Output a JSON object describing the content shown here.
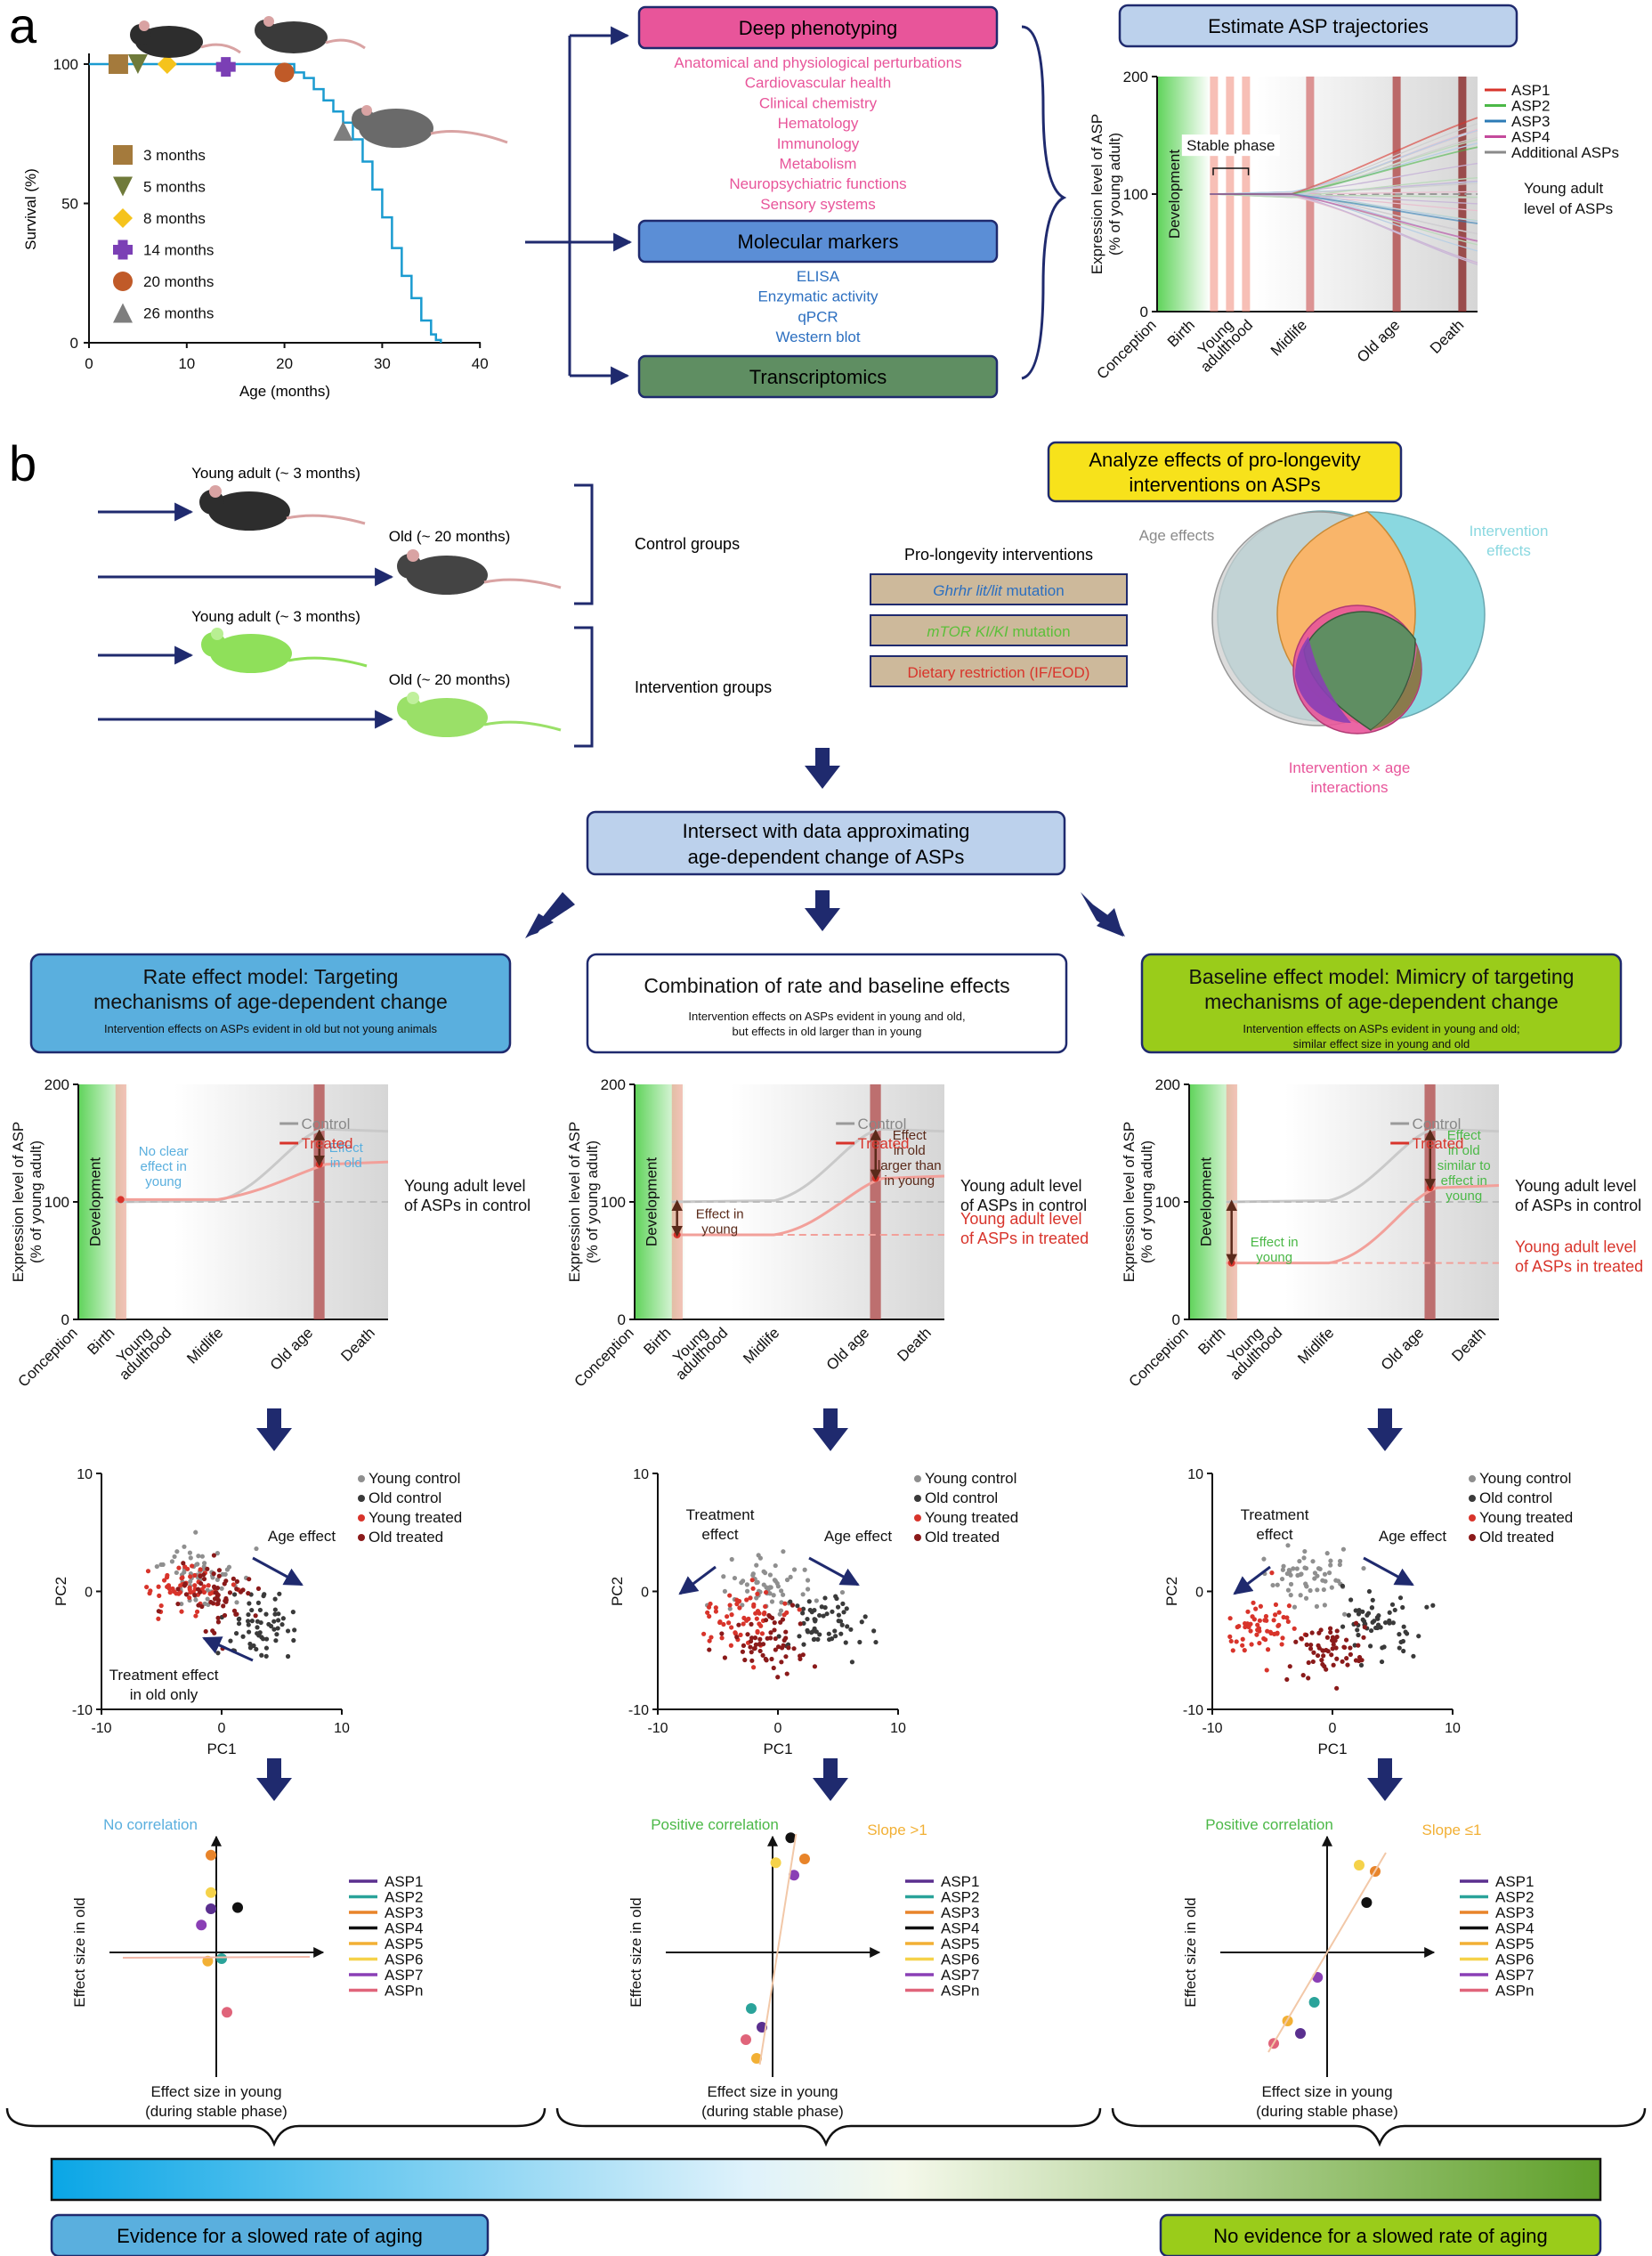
{
  "panel_labels": {
    "a": "a",
    "b": "b"
  },
  "colors": {
    "navy": "#1f2a6e",
    "pink": "#e8559a",
    "blue_box": "#5b8ed6",
    "green_box": "#5f8e62",
    "light_blue": "#bcd1ec",
    "rate_box": "#5aafde",
    "baseline_box": "#9acc1a",
    "yellow": "#f7e21b",
    "control_gray": "#9a9a9a",
    "treated_red": "#d8342b"
  },
  "survival": {
    "ylabel": "Survival (%)",
    "xlabel": "Age (months)",
    "yticks": [
      "0",
      "50",
      "100"
    ],
    "xticks": [
      "0",
      "10",
      "20",
      "30",
      "40"
    ],
    "legend": [
      {
        "label": "3 months",
        "color": "#a47a3c",
        "shape": "square"
      },
      {
        "label": "5 months",
        "color": "#6f7a3a",
        "shape": "triangle-down"
      },
      {
        "label": "8 months",
        "color": "#f5c31c",
        "shape": "diamond"
      },
      {
        "label": "14 months",
        "color": "#7b3fb5",
        "shape": "plus"
      },
      {
        "label": "20 months",
        "color": "#c05a28",
        "shape": "circle"
      },
      {
        "label": "26 months",
        "color": "#7e7e7e",
        "shape": "triangle-up"
      }
    ]
  },
  "deep_phenotyping": {
    "title": "Deep phenotyping",
    "items": [
      "Anatomical and physiological perturbations",
      "Cardiovascular health",
      "Clinical chemistry",
      "Hematology",
      "Immunology",
      "Metabolism",
      "Neuropsychiatric functions",
      "Sensory systems"
    ]
  },
  "molecular_markers": {
    "title": "Molecular markers",
    "items": [
      "ELISA",
      "Enzymatic activity",
      "qPCR",
      "Western blot"
    ]
  },
  "transcriptomics": {
    "title": "Transcriptomics"
  },
  "asp_traj": {
    "title": "Estimate ASP trajectories",
    "ylabel_lines": [
      "Expression level of ASP",
      "(% of young adult)"
    ],
    "yticks": [
      "0",
      "100",
      "200"
    ],
    "xticks": [
      "Conception",
      "Birth",
      "Young",
      "adulthood",
      "Midlife",
      "Old age",
      "Death"
    ],
    "development": "Development",
    "stable_phase": "Stable phase",
    "legend": [
      {
        "label": "ASP1",
        "color": "#d8342b"
      },
      {
        "label": "ASP2",
        "color": "#4bb847"
      },
      {
        "label": "ASP3",
        "color": "#2c7bb6"
      },
      {
        "label": "ASP4",
        "color": "#c44a9c"
      },
      {
        "label": "Additional ASPs",
        "color": "#8a8a8a"
      }
    ],
    "young_adult_label_lines": [
      "Young adult",
      "level of ASPs"
    ]
  },
  "panel_b": {
    "young_adult_1": "Young adult (~ 3 months)",
    "old_1": "Old (~ 20 months)",
    "control_groups": "Control groups",
    "young_adult_2": "Young adult (~ 3 months)",
    "old_2": "Old (~ 20 months)",
    "intervention_groups": "Intervention groups",
    "prolongevity_title": "Pro-longevity interventions",
    "interventions": [
      {
        "italic": "Ghrhr lit/lit",
        "rest": " mutation",
        "color": "#2c6fc0"
      },
      {
        "italic": "mTOR KI/KI",
        "rest": " mutation",
        "color": "#5cbf3a"
      },
      {
        "italic": "",
        "rest": "Dietary restriction (IF/EOD)",
        "color": "#d8342b"
      }
    ],
    "analyze_title_lines": [
      "Analyze effects of pro-longevity",
      "interventions on ASPs"
    ],
    "venn": {
      "age_effects": "Age effects",
      "intervention_effects_lines": [
        "Intervention",
        "effects"
      ],
      "interaction_lines": [
        "Intervention × age",
        "interactions"
      ]
    }
  },
  "intersect_lines": [
    "Intersect with data approximating",
    "age-dependent change of ASPs"
  ],
  "models": [
    {
      "title_lines": [
        "Rate effect model: Targeting",
        "mechanisms of age-dependent change"
      ],
      "subtitle_lines": [
        "Intervention effects on ASPs evident in old but not young animals"
      ],
      "annotations": {
        "young": [
          "No clear",
          "effect in",
          "young"
        ],
        "old": [
          "Effect",
          "in old"
        ]
      },
      "right_labels": [
        {
          "lines": [
            "Young adult level",
            "of ASPs in control"
          ],
          "color": "#111111"
        }
      ],
      "pca": {
        "age": [
          "Age effect"
        ],
        "treatment": [
          "Treatment effect",
          "in old only"
        ]
      },
      "corr": {
        "label": "No correlation",
        "label_color": "#5aafde",
        "slope": ""
      }
    },
    {
      "title_lines": [
        "Combination of rate and baseline effects"
      ],
      "subtitle_lines": [
        "Intervention effects on ASPs evident in young and old,",
        "but effects in old larger than in young"
      ],
      "annotations": {
        "young": [
          "Effect in",
          "young"
        ],
        "old": [
          "Effect",
          "in old",
          "larger than",
          "in young"
        ]
      },
      "right_labels": [
        {
          "lines": [
            "Young adult level",
            "of ASPs in control"
          ],
          "color": "#111111"
        },
        {
          "lines": [
            "Young adult level",
            "of ASPs in treated"
          ],
          "color": "#d8342b"
        }
      ],
      "pca": {
        "age": [
          "Age effect"
        ],
        "treatment": [
          "Treatment",
          "effect"
        ]
      },
      "corr": {
        "label": "Positive correlation",
        "label_color": "#4bb847",
        "slope": "Slope >1"
      }
    },
    {
      "title_lines": [
        "Baseline effect model: Mimicry of targeting",
        "mechanisms of age-dependent change"
      ],
      "subtitle_lines": [
        "Intervention effects on ASPs evident in young and old;",
        "similar effect size in young and old"
      ],
      "annotations": {
        "young": [
          "Effect in",
          "young"
        ],
        "old": [
          "Effect",
          "in old",
          "similar to",
          "effect in",
          "young"
        ]
      },
      "right_labels": [
        {
          "lines": [
            "Young adult level",
            "of ASPs in control"
          ],
          "color": "#111111"
        },
        {
          "lines": [
            "Young adult level",
            "of ASPs in treated"
          ],
          "color": "#d8342b"
        }
      ],
      "pca": {
        "age": [
          "Age effect"
        ],
        "treatment": [
          "Treatment",
          "effect"
        ]
      },
      "corr": {
        "label": "Positive correlation",
        "label_color": "#4bb847",
        "slope": "Slope ≤1"
      }
    }
  ],
  "model_chart": {
    "ylabel_lines": [
      "Expression level of ASP",
      "(% of young adult)"
    ],
    "yticks": [
      "0",
      "100",
      "200"
    ],
    "xticks": [
      "Conception",
      "Birth",
      "Young",
      "adulthood",
      "Midlife",
      "Old age",
      "Death"
    ],
    "development": "Development",
    "legend": [
      {
        "label": "Control",
        "color": "#9a9a9a"
      },
      {
        "label": "Treated",
        "color": "#d8342b"
      }
    ]
  },
  "pca_common": {
    "xlabel": "PC1",
    "ylabel": "PC2",
    "xticks": [
      "-10",
      "0",
      "10"
    ],
    "yticks": [
      "-10",
      "0",
      "10"
    ],
    "legend": [
      {
        "label": "Young control",
        "color": "#8f8f8f"
      },
      {
        "label": "Old control",
        "color": "#3a3a3a"
      },
      {
        "label": "Young treated",
        "color": "#d8342b"
      },
      {
        "label": "Old treated",
        "color": "#8a1a1a"
      }
    ]
  },
  "corr_common": {
    "xlabel_lines": [
      "Effect size in young",
      "(during stable phase)"
    ],
    "ylabel": "Effect size in old",
    "legend": [
      {
        "label": "ASP1",
        "color": "#5a2f8f"
      },
      {
        "label": "ASP2",
        "color": "#2aa39a"
      },
      {
        "label": "ASP3",
        "color": "#e8842a"
      },
      {
        "label": "ASP4",
        "color": "#111111"
      },
      {
        "label": "ASP5",
        "color": "#f2b035"
      },
      {
        "label": "ASP6",
        "color": "#f5d24a"
      },
      {
        "label": "ASP7",
        "color": "#8a3fb5"
      },
      {
        "label": "ASPn",
        "color": "#e0647a"
      }
    ]
  },
  "bottom": {
    "left_label": "Evidence for a slowed rate of aging",
    "right_label": "No evidence for a slowed rate of aging"
  }
}
